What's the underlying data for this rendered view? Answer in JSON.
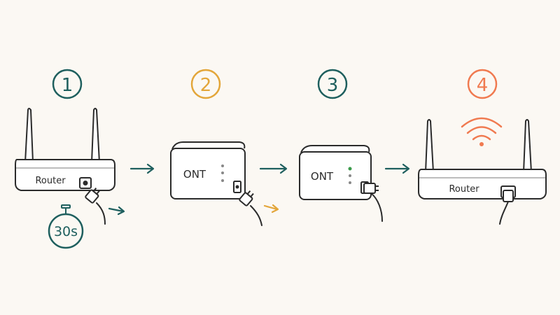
{
  "colors": {
    "background": "#fbf8f3",
    "ink": "#2b2b2b",
    "teal": "#1e5f5e",
    "gold": "#e3a63a",
    "coral": "#f07a50",
    "led_green": "#3a9a4a"
  },
  "steps": [
    {
      "number": "1",
      "device_label": "Router",
      "timer_label": "30s",
      "action": "unplug router power"
    },
    {
      "number": "2",
      "device_label": "ONT",
      "action": "unplug ONT power"
    },
    {
      "number": "3",
      "device_label": "ONT",
      "action": "plug ONT back in"
    },
    {
      "number": "4",
      "device_label": "Router",
      "action": "plug router back in",
      "status_icon": "wifi-icon"
    }
  ]
}
